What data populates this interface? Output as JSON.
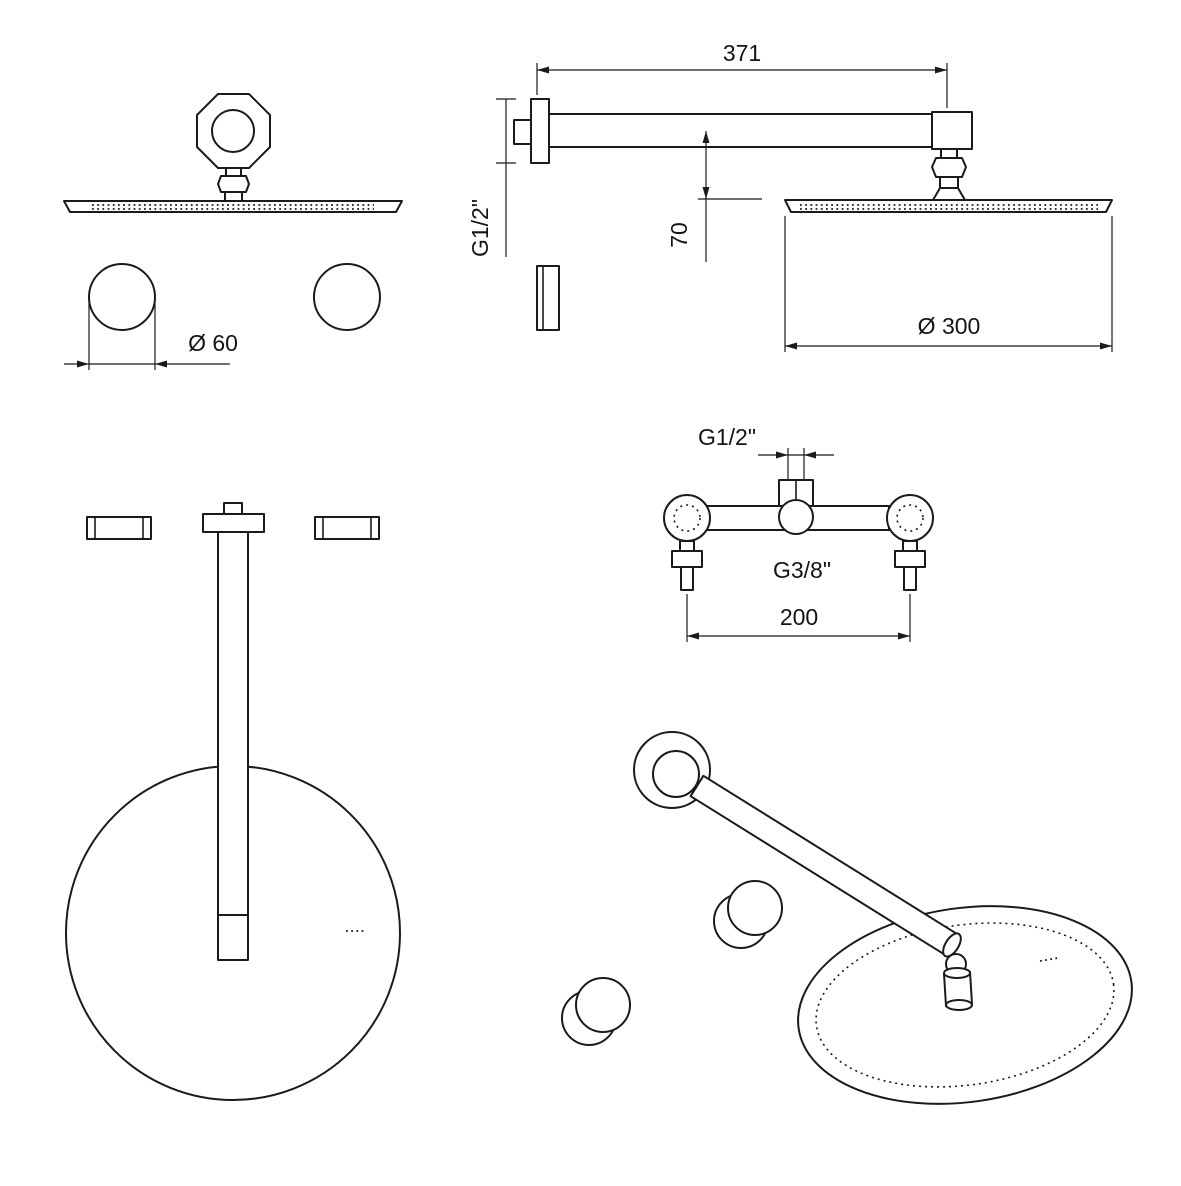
{
  "colors": {
    "line": "#1b1b1b",
    "background": "#ffffff"
  },
  "labels": {
    "front_view": {
      "knob_diameter": "Ø 60"
    },
    "side_view": {
      "arm_length": "371",
      "wall_thread": "G1/2\"",
      "head_offset": "70",
      "head_diameter": "Ø 300"
    },
    "valve_view": {
      "inlet_thread": "G1/2\"",
      "outlet_thread": "G3/8\"",
      "port_spacing": "200"
    }
  }
}
